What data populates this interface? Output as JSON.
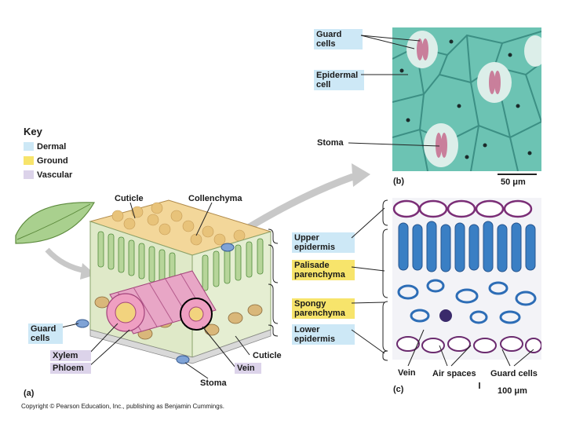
{
  "key": {
    "title": "Key",
    "items": [
      {
        "label": "Dermal",
        "color": "#cde8f6"
      },
      {
        "label": "Ground",
        "color": "#f7e46b"
      },
      {
        "label": "Vascular",
        "color": "#dcd3ea"
      }
    ]
  },
  "panel_b": {
    "letter": "(b)",
    "scale": "50 μm",
    "labels": {
      "guard_cells": "Guard\ncells",
      "epidermal_cell": "Epidermal\ncell",
      "stoma": "Stoma"
    }
  },
  "panel_a": {
    "letter": "(a)",
    "labels": {
      "cuticle_top": "Cuticle",
      "collenchyma": "Collenchyma",
      "guard_cells": "Guard\ncells",
      "xylem": "Xylem",
      "phloem": "Phloem",
      "cuticle_bottom": "Cuticle",
      "vein": "Vein",
      "stoma": "Stoma"
    }
  },
  "panel_c": {
    "letter": "(c)",
    "scale": "100 μm",
    "labels": {
      "upper_epidermis": "Upper\nepidermis",
      "palisade": "Palisade\nparenchyma",
      "spongy": "Spongy\nparenchyma",
      "lower_epidermis": "Lower\nepidermis",
      "vein": "Vein",
      "air_spaces": "Air spaces",
      "guard_cells": "Guard cells"
    }
  },
  "copyright": "Copyright © Pearson Education, Inc., publishing as Benjamin Cummings."
}
